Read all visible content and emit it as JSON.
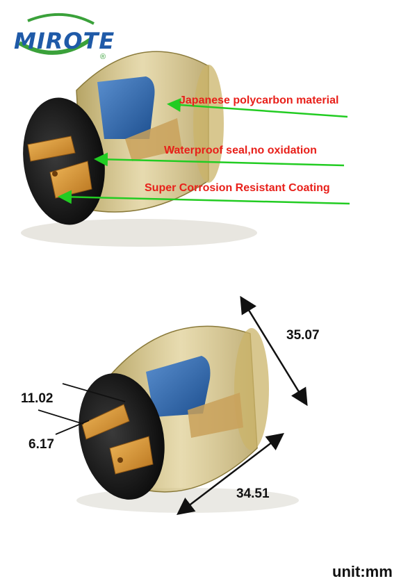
{
  "brand": {
    "logo_text": "MIROTE",
    "registered_mark": "®",
    "primary_color": "#1f5aa8",
    "accent_color": "#3aa13a"
  },
  "top_panel": {
    "callouts": [
      {
        "text": "Japanese polycarbon material"
      },
      {
        "text": "Waterproof seal,no oxidation"
      },
      {
        "text": "Super Corrosion Resistant Coating"
      }
    ],
    "callout_color": "#e8201a",
    "arrow_color": "#22cc22"
  },
  "bottom_panel": {
    "unit": "unit:mm",
    "dimensions": {
      "height": "35.07",
      "pin_length": "11.02",
      "pin_width": "6.17",
      "diameter": "34.51"
    }
  }
}
